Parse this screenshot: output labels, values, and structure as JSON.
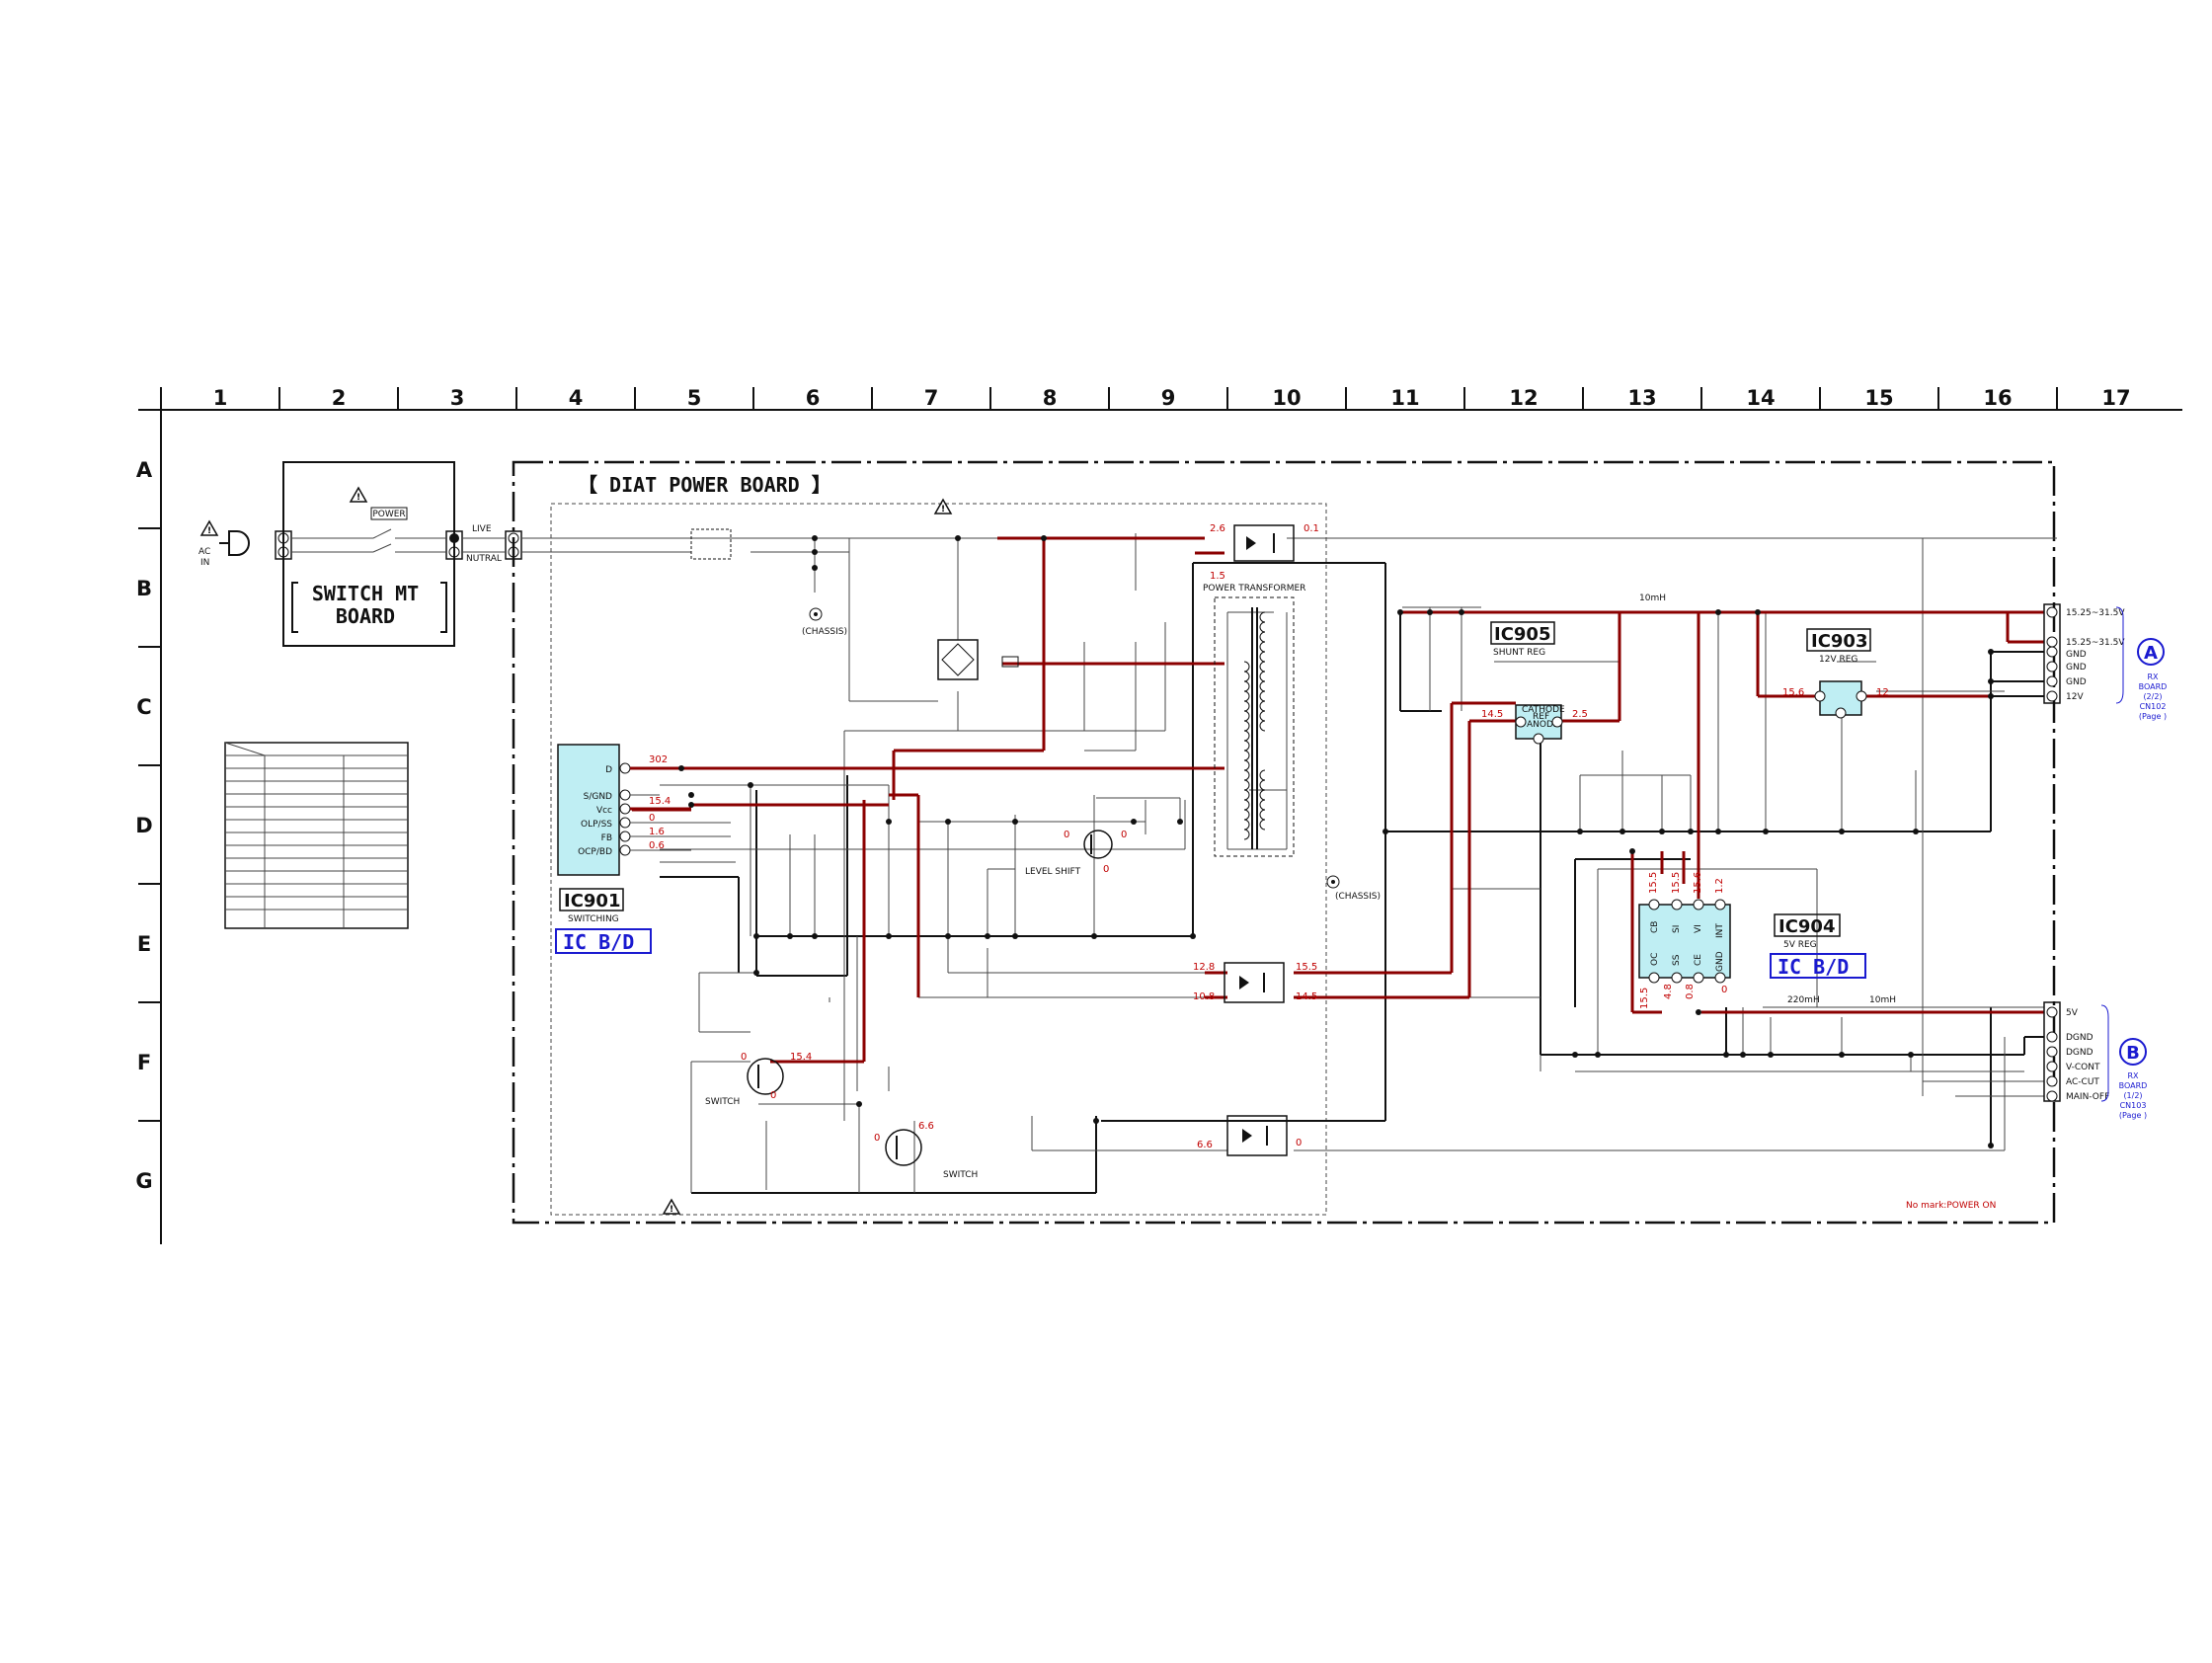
{
  "grid": {
    "columns": [
      "1",
      "2",
      "3",
      "4",
      "5",
      "6",
      "7",
      "8",
      "9",
      "10",
      "11",
      "12",
      "13",
      "14",
      "15",
      "16",
      "17"
    ],
    "rows": [
      "A",
      "B",
      "C",
      "D",
      "E",
      "F",
      "G"
    ]
  },
  "boards": {
    "diat_title": "【 DIAT POWER BOARD 】",
    "switch_title_1": "SWITCH MT",
    "switch_title_2": "BOARD"
  },
  "labels": {
    "power": "POWER",
    "ac_1": "AC",
    "ac_2": "IN",
    "live": "LIVE",
    "nutral": "NUTRAL",
    "chassis_1": "(CHASSIS)",
    "chassis_2": "(CHASSIS)",
    "power_transformer": "POWER TRANSFORMER",
    "level_shift": "LEVEL SHIFT",
    "switch_1": "SWITCH",
    "switch_2": "SWITCH",
    "inductor_1": "10mH",
    "inductor_2": "220mH",
    "inductor_3": "10mH",
    "footnote": "No mark:POWER ON"
  },
  "ics": {
    "ic901": {
      "name": "IC901",
      "sub": "SWITCHING",
      "bd": "IC B/D",
      "pins": [
        "D",
        "S/GND",
        "Vcc",
        "OLP/SS",
        "FB",
        "OCP/BD"
      ]
    },
    "ic905": {
      "name": "IC905",
      "sub": "SHUNT REG",
      "inner_1": "CATHODE",
      "inner_2": "REF",
      "inner_3": "ANODE"
    },
    "ic903": {
      "name": "IC903",
      "sub": "12V REG"
    },
    "ic904": {
      "name": "IC904",
      "sub": "5V REG",
      "bd": "IC B/D",
      "top_pins": [
        "CB",
        "SI",
        "VI",
        "INT"
      ],
      "bottom_pins": [
        "OC",
        "SS",
        "CE",
        "GND"
      ]
    }
  },
  "voltages": {
    "v302": "302",
    "v15_4a": "15.4",
    "v0a": "0",
    "v1_6": "1.6",
    "v0_6": "0.6",
    "v2_6": "2.6",
    "v0_1": "0.1",
    "v1_5": "1.5",
    "v0b": "0",
    "v0c": "0",
    "v0d": "0",
    "v12_8": "12.8",
    "v15_5a": "15.5",
    "v10_8": "10.8",
    "v14_5a": "14.5",
    "v0e": "0",
    "v15_4b": "15.4",
    "v0f": "0",
    "v0g": "0",
    "v6_6a": "6.6",
    "v6_6b": "6.6",
    "v0h": "0",
    "v14_5b": "14.5",
    "v2_5": "2.5",
    "v15_6a": "15.6",
    "v12": "12",
    "v15_5b": "15.5",
    "v15_5c": "15.5",
    "v15_6b": "15.6",
    "v1_2": "1.2",
    "v15_5d": "15.5",
    "v4_8": "4.8",
    "v0_8": "0.8",
    "v0i": "0"
  },
  "connectors": {
    "a": {
      "letter": "A",
      "lines": [
        "RX",
        "BOARD",
        "(2/2)",
        "CN102",
        "(Page   )"
      ],
      "pins": [
        "15.25~31.5V",
        "15.25~31.5V",
        "GND",
        "GND",
        "GND",
        "12V"
      ]
    },
    "b": {
      "letter": "B",
      "lines": [
        "RX",
        "BOARD",
        "(1/2)",
        "CN103",
        "(Page   )"
      ],
      "pins": [
        "5V",
        "DGND",
        "DGND",
        "V-CONT",
        "AC-CUT",
        "MAIN-OFF"
      ]
    }
  },
  "colors": {
    "trace_red": "#8b0000",
    "voltage_red": "#c00000",
    "ic_fill": "#bfeef3",
    "accent_blue": "#1a1ad0"
  }
}
